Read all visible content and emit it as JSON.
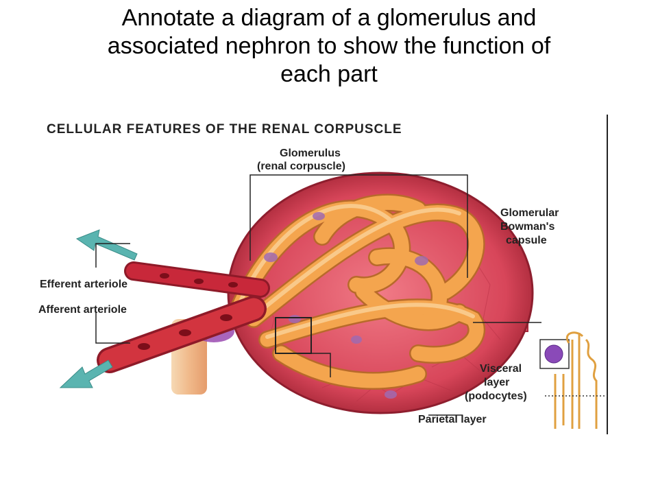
{
  "slide": {
    "title_line1": "Annotate a diagram of a glomerulus and",
    "title_line2": "associated nephron to show the function of",
    "title_line3": "each part"
  },
  "diagram": {
    "heading": "CELLULAR FEATURES OF THE RENAL CORPUSCLE",
    "labels": {
      "glomerulus_1": "Glomerulus",
      "glomerulus_2": "(renal corpuscle)",
      "bowman_1": "Glomerular",
      "bowman_2": "Bowman's",
      "bowman_3": "capsule",
      "efferent": "Efferent arteriole",
      "afferent": "Afferent arteriole",
      "visceral_1": "Visceral",
      "visceral_2": "layer",
      "visceral_3": "(podocytes)",
      "parietal": "Parietal layer"
    },
    "colors": {
      "capsule": "#d8465a",
      "capillary": "#f2a04a",
      "arteriole": "#c8283a",
      "arrow": "#5ab4b0",
      "podocyte": "#9a5aa8"
    }
  }
}
